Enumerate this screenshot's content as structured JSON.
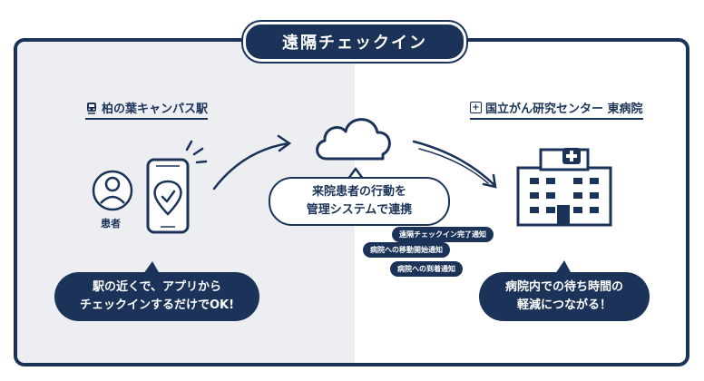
{
  "title": "遠隔チェックイン",
  "locations": {
    "left": "柏の葉キャンパス駅",
    "right": "国立がん研究センター 東病院",
    "right_icon": "hospital-cross-icon",
    "left_icon": "train-icon"
  },
  "patient_label": "患者",
  "bubbles": {
    "left": [
      "駅の近くで、アプリから",
      "チェックインするだけでOK!"
    ],
    "center": [
      "来院患者の行動を",
      "管理システムで連携"
    ],
    "right": [
      "病院内での待ち時間の",
      "軽減につながる！"
    ]
  },
  "notifications": [
    "遠隔チェックイン完了通知",
    "病院への移動開始通知",
    "病院への到着通知"
  ],
  "colors": {
    "navy": "#1b3358",
    "panel_gray": "#eceef2",
    "white": "#ffffff"
  }
}
